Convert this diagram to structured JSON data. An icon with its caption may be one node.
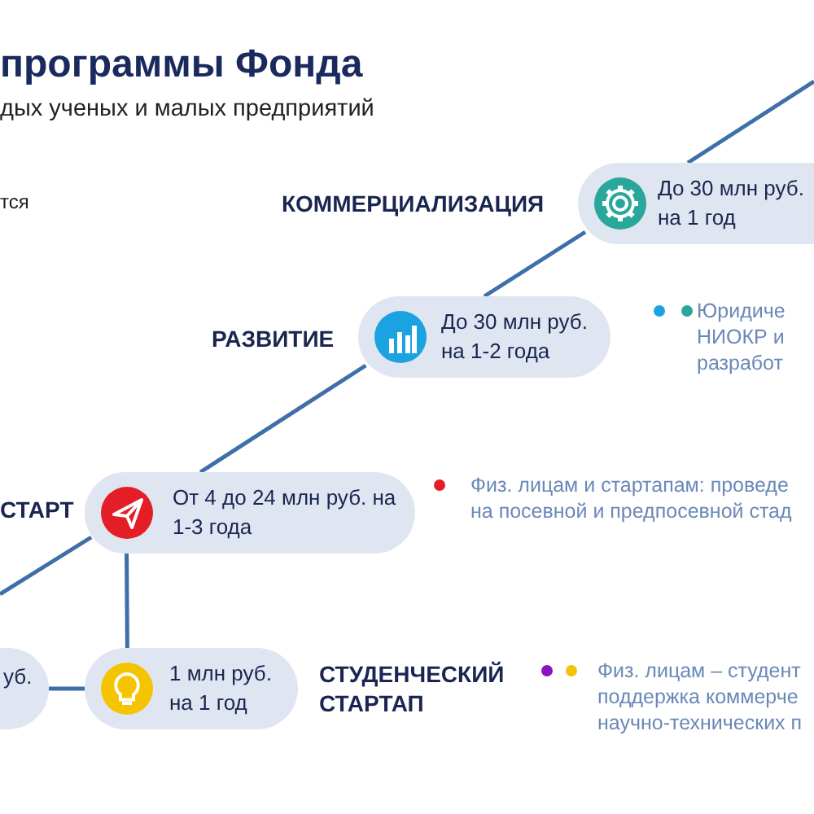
{
  "diagram": {
    "title": "программы Фонда",
    "nodes": [
      {
        "text": [
          "КОММЕРЦИАЛИЗАЦИЯ",
          "До 30 млн руб. на 1 год"
        ]
      },
      {
        "text": [
          "РАЗВИТИЕ",
          "До 30 млн руб. на 1-2 года"
        ]
      },
      {
        "text": [
          "СТАРТ",
          "От 4 до 24 млн руб. на 1-3 года"
        ]
      },
      {
        "text": [
          "уб."
        ]
      },
      {
        "text": [
          "1 млн руб. на 1 год",
          "СТУДЕНЧЕСКИЙ СТАРТАП"
        ]
      }
    ],
    "edges": [
      {
        "from": null,
        "to": 0,
        "arrow": "none"
      },
      {
        "from": 0,
        "to": 1,
        "arrow": "none"
      },
      {
        "from": 1,
        "to": 2,
        "arrow": "none"
      },
      {
        "from": null,
        "to": 2,
        "arrow": "none"
      },
      {
        "from": 2,
        "to": 4,
        "arrow": "none"
      },
      {
        "from": 3,
        "to": 4,
        "arrow": "none"
      }
    ],
    "labels": [
      "дых ученых и малых предприятий",
      "тся",
      "Юридиче НИОКР и разработ",
      "Физ. лицам и стартапам: проведе на посевной и предпосевной стад",
      "Физ. лицам – студент поддержка коммерче научно-технических п"
    ]
  }
}
